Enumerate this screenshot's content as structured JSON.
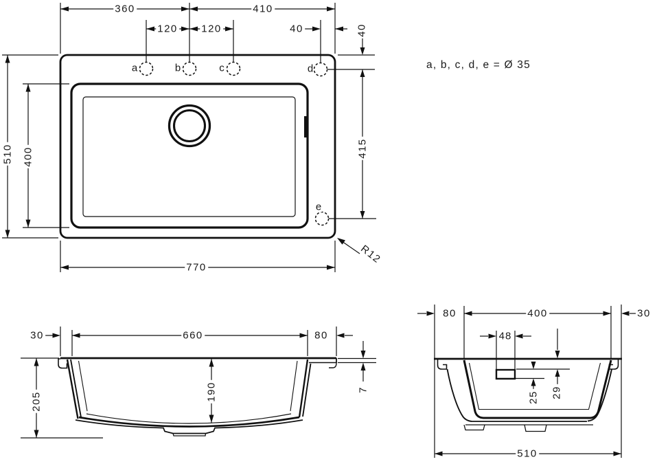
{
  "note": "a, b, c, d, e = Ø 35",
  "plan": {
    "d360": "360",
    "d410": "410",
    "d120_ab": "120",
    "d120_bc": "120",
    "d40_right": "40",
    "d40_top": "40",
    "d510": "510",
    "d400": "400",
    "d415": "415",
    "d770": "770",
    "radius_label": "R12",
    "hole_a": "a",
    "hole_b": "b",
    "hole_c": "c",
    "hole_d": "d",
    "hole_e": "e"
  },
  "front": {
    "d30": "30",
    "d660": "660",
    "d80": "80",
    "d7": "7",
    "d205": "205",
    "d190": "190"
  },
  "side": {
    "d80": "80",
    "d400": "400",
    "d30": "30",
    "d48": "48",
    "d25": "25",
    "d29": "29",
    "d510": "510"
  }
}
